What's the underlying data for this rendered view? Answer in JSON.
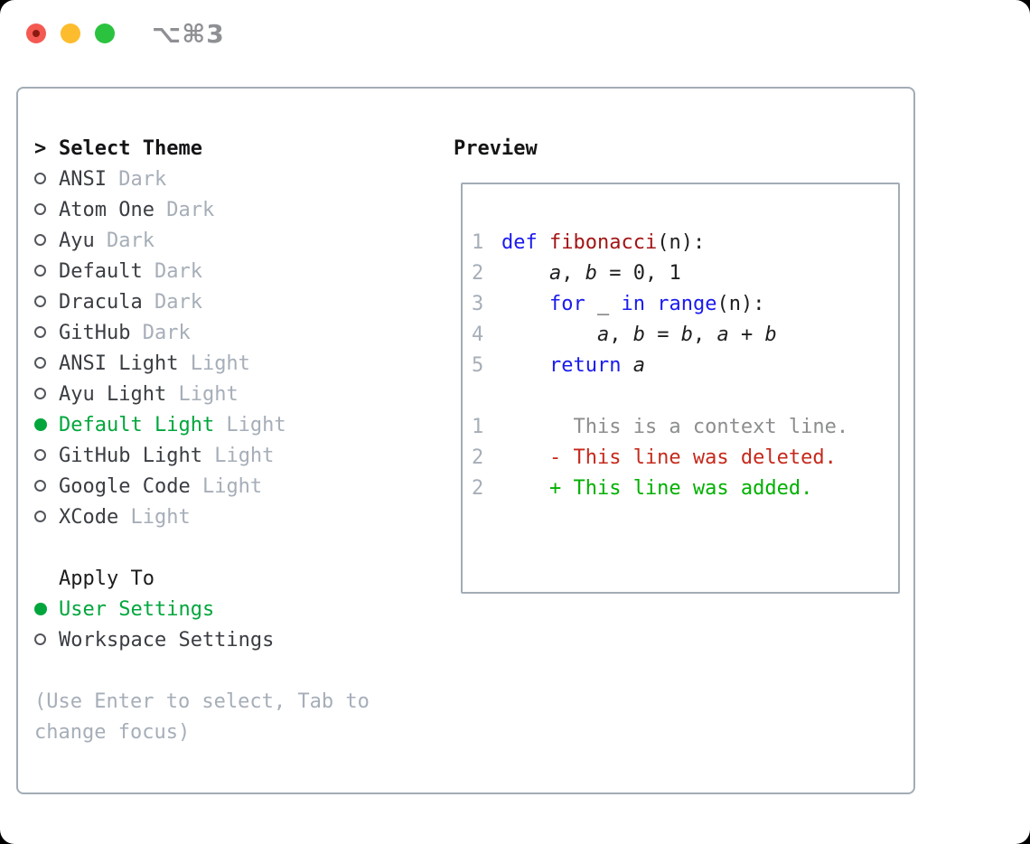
{
  "window": {
    "titlebar": {
      "shortcut": "⌥⌘3",
      "traffic_lights": [
        "close",
        "minimize",
        "zoom"
      ]
    }
  },
  "theme_panel": {
    "header": {
      "prompt": ">",
      "label": "Select Theme"
    },
    "themes": [
      {
        "name": "ANSI",
        "variant": "Dark",
        "selected": false
      },
      {
        "name": "Atom One",
        "variant": "Dark",
        "selected": false
      },
      {
        "name": "Ayu",
        "variant": "Dark",
        "selected": false
      },
      {
        "name": "Default",
        "variant": "Dark",
        "selected": false
      },
      {
        "name": "Dracula",
        "variant": "Dark",
        "selected": false
      },
      {
        "name": "GitHub",
        "variant": "Dark",
        "selected": false
      },
      {
        "name": "ANSI Light",
        "variant": "Light",
        "selected": false
      },
      {
        "name": "Ayu Light",
        "variant": "Light",
        "selected": false
      },
      {
        "name": "Default Light",
        "variant": "Light",
        "selected": true
      },
      {
        "name": "GitHub Light",
        "variant": "Light",
        "selected": false
      },
      {
        "name": "Google Code",
        "variant": "Light",
        "selected": false
      },
      {
        "name": "XCode",
        "variant": "Light",
        "selected": false
      }
    ],
    "apply_to": {
      "label": "Apply To",
      "options": [
        {
          "name": "User Settings",
          "selected": true
        },
        {
          "name": "Workspace Settings",
          "selected": false
        }
      ]
    },
    "hint_lines": [
      "(Use Enter to select, Tab to",
      "change focus)"
    ]
  },
  "preview": {
    "label": "Preview",
    "code_lines": [
      {
        "num": "1",
        "tokens": [
          {
            "t": "def ",
            "c": "kw"
          },
          {
            "t": "fibonacci",
            "c": "fn"
          },
          {
            "t": "(n):",
            "c": "pl"
          }
        ]
      },
      {
        "num": "2",
        "tokens": [
          {
            "t": "    ",
            "c": "pl"
          },
          {
            "t": "a",
            "c": "var"
          },
          {
            "t": ", ",
            "c": "pl"
          },
          {
            "t": "b",
            "c": "var"
          },
          {
            "t": " = 0, 1",
            "c": "pl"
          }
        ]
      },
      {
        "num": "3",
        "tokens": [
          {
            "t": "    ",
            "c": "pl"
          },
          {
            "t": "for",
            "c": "kw"
          },
          {
            "t": " _ ",
            "c": "pl"
          },
          {
            "t": "in",
            "c": "kw"
          },
          {
            "t": " ",
            "c": "pl"
          },
          {
            "t": "range",
            "c": "kw"
          },
          {
            "t": "(n):",
            "c": "pl"
          }
        ]
      },
      {
        "num": "4",
        "tokens": [
          {
            "t": "        ",
            "c": "pl"
          },
          {
            "t": "a",
            "c": "var"
          },
          {
            "t": ", ",
            "c": "pl"
          },
          {
            "t": "b",
            "c": "var"
          },
          {
            "t": " = ",
            "c": "pl"
          },
          {
            "t": "b",
            "c": "var"
          },
          {
            "t": ", ",
            "c": "pl"
          },
          {
            "t": "a",
            "c": "var"
          },
          {
            "t": " + ",
            "c": "pl"
          },
          {
            "t": "b",
            "c": "var"
          }
        ]
      },
      {
        "num": "5",
        "tokens": [
          {
            "t": "    ",
            "c": "pl"
          },
          {
            "t": "return",
            "c": "kw"
          },
          {
            "t": " ",
            "c": "pl"
          },
          {
            "t": "a",
            "c": "var"
          }
        ]
      }
    ],
    "diff_lines": [
      {
        "num": "1",
        "text": "      This is a context line.",
        "type": "context"
      },
      {
        "num": "2",
        "text": "    - This line was deleted.",
        "type": "deleted"
      },
      {
        "num": "2",
        "text": "    + This line was added.",
        "type": "added"
      }
    ]
  },
  "colors": {
    "selection_green": "#00a63c",
    "keyword_blue": "#1a1aee",
    "function_red": "#a31515",
    "diff_added_green": "#00b000",
    "diff_deleted_red": "#c5291b",
    "context_gray": "#8b8d8f",
    "muted_gray": "#a6aeb8",
    "panel_border": "#a3acb6",
    "traffic_red": "#f45952",
    "traffic_yellow": "#fdbc2e",
    "traffic_green": "#2bc23f"
  }
}
